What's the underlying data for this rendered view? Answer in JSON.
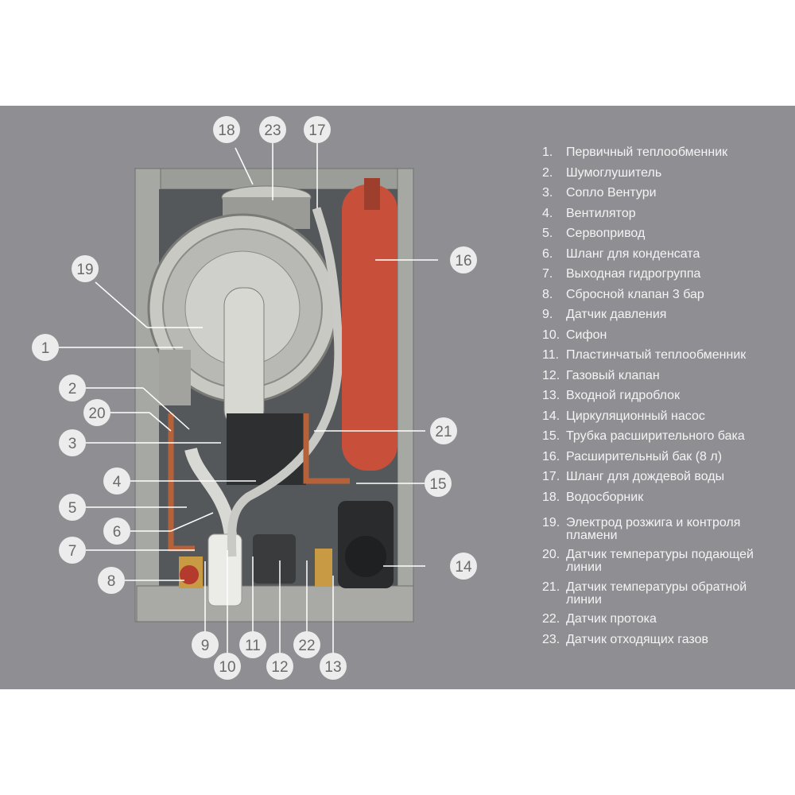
{
  "callouts": [
    "1",
    "2",
    "3",
    "4",
    "5",
    "6",
    "7",
    "8",
    "9",
    "10",
    "11",
    "12",
    "13",
    "14",
    "15",
    "16",
    "17",
    "18",
    "19",
    "20",
    "21",
    "22",
    "23"
  ],
  "legend": [
    {
      "num": "1.",
      "text": "Первичный теплообменник"
    },
    {
      "num": "2.",
      "text": "Шумоглушитель"
    },
    {
      "num": "3.",
      "text": "Сопло Вентури"
    },
    {
      "num": "4.",
      "text": "Вентилятор"
    },
    {
      "num": "5.",
      "text": "Сервопривод"
    },
    {
      "num": "6.",
      "text": "Шланг для конденсата"
    },
    {
      "num": "7.",
      "text": "Выходная гидрогруппа"
    },
    {
      "num": "8.",
      "text": "Сбросной клапан 3 бар"
    },
    {
      "num": "9.",
      "text": "Датчик давления"
    },
    {
      "num": "10.",
      "text": "Сифон"
    },
    {
      "num": "11.",
      "text": "Пластинчатый теплообменник"
    },
    {
      "num": "12.",
      "text": "Газовый клапан"
    },
    {
      "num": "13.",
      "text": "Входной гидроблок"
    },
    {
      "num": "14.",
      "text": "Циркуляционный насос"
    },
    {
      "num": "15.",
      "text": "Трубка расширительного бака"
    },
    {
      "num": "16.",
      "text": "Расширительный бак (8 л)"
    },
    {
      "num": "17.",
      "text": "Шланг для дождевой воды"
    },
    {
      "num": "18.",
      "text": "Водосборник"
    },
    {
      "num": "19.",
      "text": "Электрод розжига и контроля пламени"
    },
    {
      "num": "20.",
      "text": "Датчик температуры подающей линии"
    },
    {
      "num": "21.",
      "text": "Датчик температуры обратной линии"
    },
    {
      "num": "22.",
      "text": "Датчик протока"
    },
    {
      "num": "23.",
      "text": "Датчик отходящих газов"
    }
  ],
  "colors": {
    "background": "#8f8f93",
    "callout_fill": "#ececec",
    "callout_text": "#6a6a6a",
    "legend_text": "#f4f4f4",
    "expansion_tank": "#c8503a",
    "copper_pipe": "#b5623a"
  }
}
